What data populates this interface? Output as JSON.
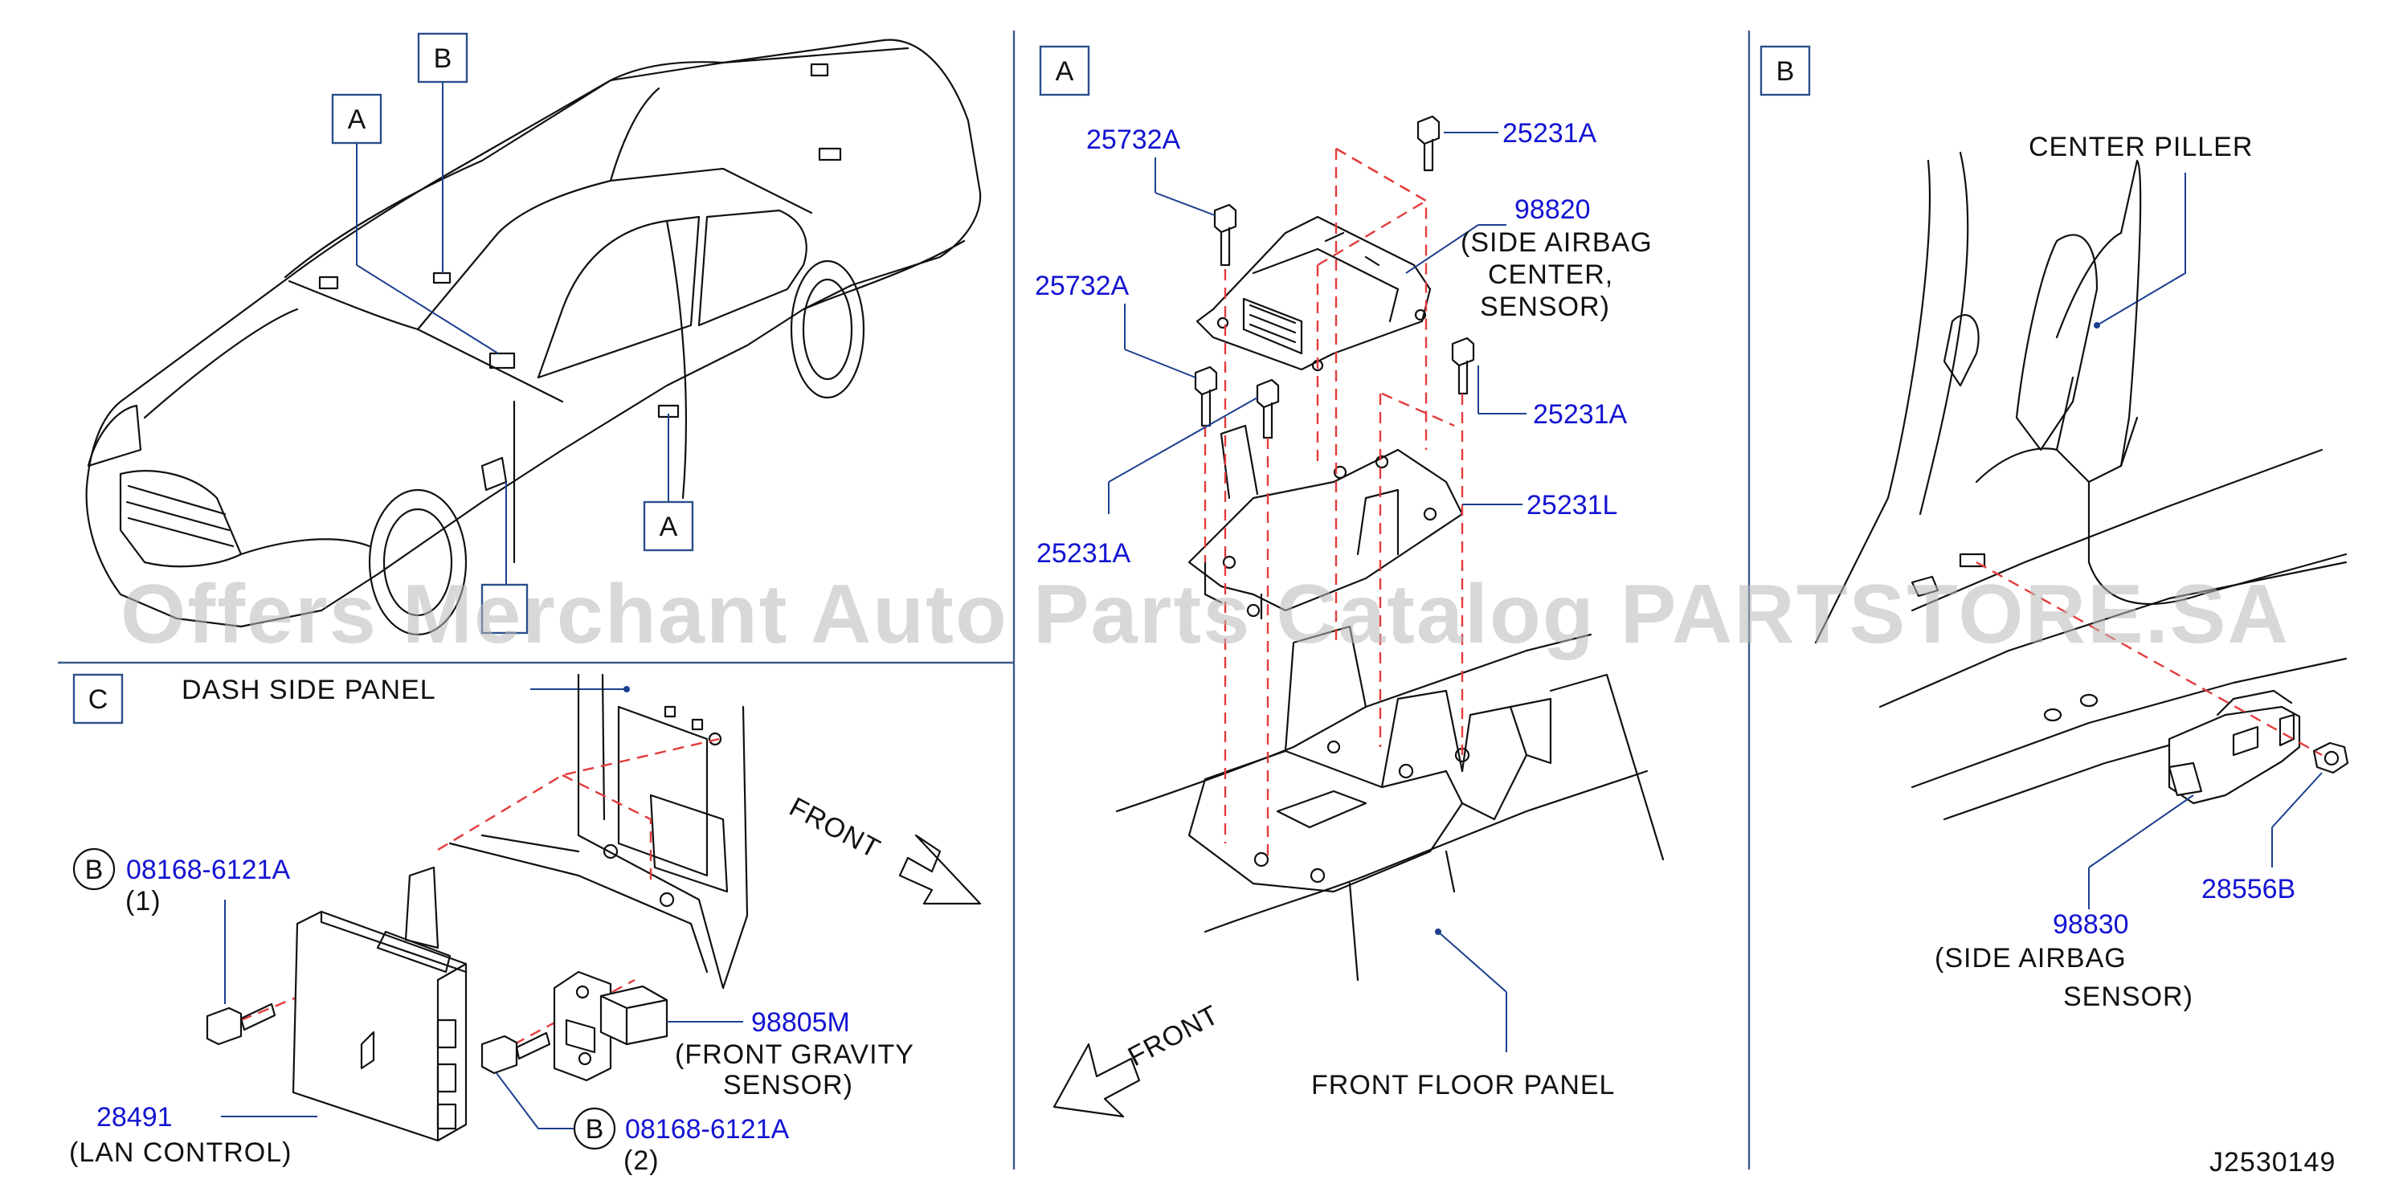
{
  "watermark": "Offers Merchant Auto Parts Catalog PARTSTORE.SA",
  "drawing_code": "J2530149",
  "section_markers": {
    "panel_a": "A",
    "panel_b": "B",
    "panel_c": "C",
    "car_callout_a_upper": "A",
    "car_callout_b": "B",
    "car_callout_a_lower": "A"
  },
  "circle_markers": {
    "bolt_1": "B",
    "bolt_2": "B"
  },
  "panel_c": {
    "dash_side_panel": "DASH  SIDE  PANEL",
    "front": "FRONT",
    "bolt_1_part": "08168-6121A",
    "bolt_1_qty": "(1)",
    "bolt_2_part": "08168-6121A",
    "bolt_2_qty": "(2)",
    "gravity_sensor_part": "98805M",
    "gravity_sensor_desc_1": "(FRONT  GRAVITY",
    "gravity_sensor_desc_2": "SENSOR)",
    "lan_part": "28491",
    "lan_desc": "(LAN  CONTROL)"
  },
  "panel_a": {
    "bolt_tl_1": "25732A",
    "bolt_tl_2": "25732A",
    "bolt_tr": "25231A",
    "bolt_r": "25231A",
    "bolt_l": "25231A",
    "bracket": "25231L",
    "airbag_center_part": "98820",
    "airbag_center_desc_1": "(SIDE  AIRBAG",
    "airbag_center_desc_2": "CENTER,",
    "airbag_center_desc_3": "SENSOR)",
    "front": "FRONT",
    "front_floor_panel": "FRONT  FLOOR  PANEL"
  },
  "panel_b": {
    "center_piller": "CENTER  PILLER",
    "side_sensor_part": "98830",
    "side_sensor_desc_1": "(SIDE  AIRBAG",
    "side_sensor_desc_2": "SENSOR)",
    "nut_part": "28556B"
  },
  "colors": {
    "part_number": "#1414d2",
    "leader": "#1c3f8f",
    "dashed_guide": "#e43b3b",
    "divider": "#3b5a8a"
  }
}
